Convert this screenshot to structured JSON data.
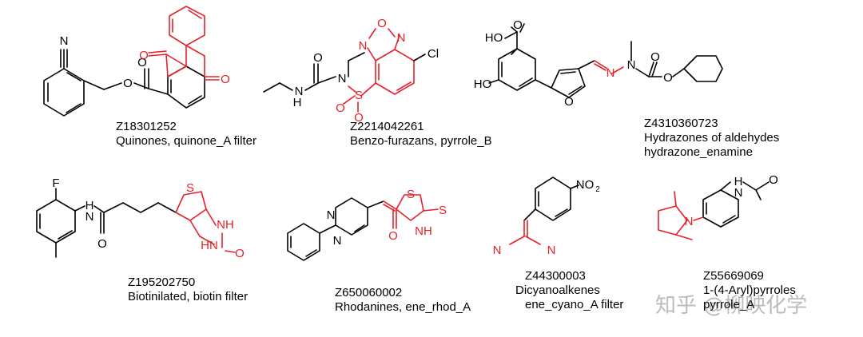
{
  "colors": {
    "bond": "#000000",
    "highlight": "#e8202a",
    "watermark": "rgba(60,60,60,0.35)"
  },
  "compounds": [
    {
      "id": "Z18301252",
      "desc": [
        "Quinones, quinone_A filter"
      ]
    },
    {
      "id": "Z2214042261",
      "desc": [
        "Benzo-furazans, pyrrole_B"
      ]
    },
    {
      "id": "Z4310360723",
      "desc": [
        "Hydrazones of aldehydes",
        "hydrazone_enamine"
      ]
    },
    {
      "id": "Z195202750",
      "desc": [
        "Biotinilated, biotin filter"
      ]
    },
    {
      "id": "Z650060002",
      "desc": [
        "Rhodanines, ene_rhod_A"
      ]
    },
    {
      "id": "Z44300003",
      "desc": [
        "Dicyanoalkenes",
        "ene_cyano_A filter"
      ]
    },
    {
      "id": "Z55669069",
      "desc": [
        "1-(4-Aryl)pyrroles",
        "pyrrole_A"
      ]
    }
  ],
  "atoms": {
    "N": "N",
    "O": "O",
    "S": "S",
    "F": "F",
    "Cl": "Cl",
    "H": "H",
    "NH": "NH",
    "HO": "HO",
    "HN": "HN",
    "NO2": "NO",
    "two": "2"
  },
  "watermark": "知乎 @柳映化学"
}
